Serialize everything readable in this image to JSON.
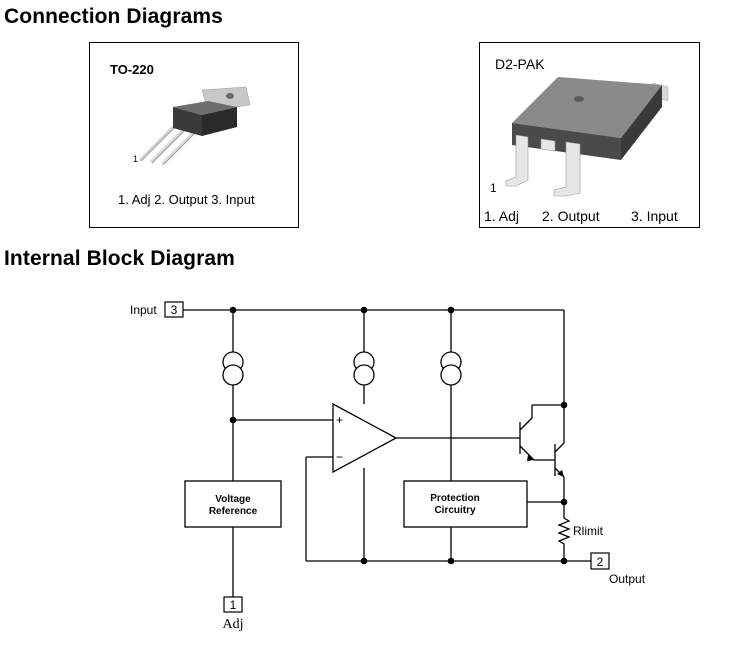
{
  "sections": {
    "connection_title": "Connection Diagrams",
    "block_title": "Internal Block Diagram"
  },
  "packages": {
    "to220": {
      "name": "TO-220",
      "pin_one": "1",
      "legend": "1. Adj 2. Output 3. Input"
    },
    "d2pak": {
      "name": "D2-PAK",
      "pin_one": "1",
      "legend": [
        "1. Adj",
        "2. Output",
        "3. Input"
      ]
    }
  },
  "block_diagram": {
    "input_label": "Input",
    "input_pin": "3",
    "output_label": "Output",
    "output_pin": "2",
    "adj_label": "Adj",
    "adj_pin": "1",
    "voltage_reference": [
      "Voltage",
      "Reference"
    ],
    "protection": [
      "Protection",
      "Circuitry"
    ],
    "resistor_label": "Rlimit",
    "opamp_plus": "+",
    "opamp_minus": "−"
  }
}
